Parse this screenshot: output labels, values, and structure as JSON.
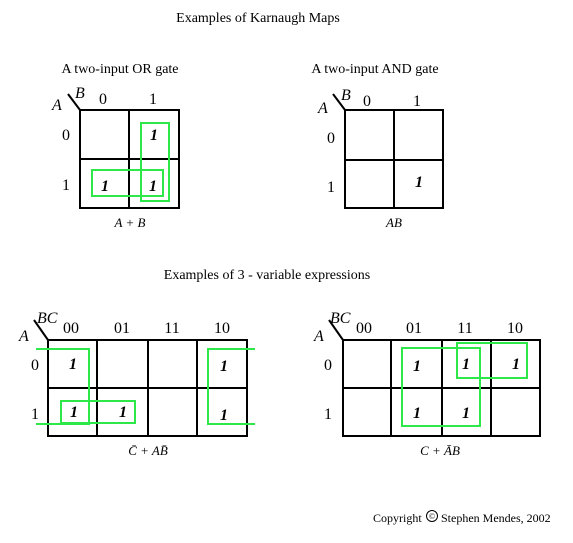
{
  "page_title": "Examples of Karnaugh Maps",
  "sub_title": "Examples of 3 - variable expressions",
  "copyright": "Copyright",
  "copyright_symbol": "©",
  "author": "Stephen Mendes, 2002",
  "group_color": "#2ee84a",
  "map_or": {
    "title": "A two-input OR gate",
    "row_var": "A",
    "col_var": "B",
    "col_headers": [
      "0",
      "1"
    ],
    "row_headers": [
      "0",
      "1"
    ],
    "cells": [
      [
        "",
        "1"
      ],
      [
        "1",
        "1"
      ]
    ],
    "expression": "A + B"
  },
  "map_and": {
    "title": "A two-input AND gate",
    "row_var": "A",
    "col_var": "B",
    "col_headers": [
      "0",
      "1"
    ],
    "row_headers": [
      "0",
      "1"
    ],
    "cells": [
      [
        "",
        ""
      ],
      [
        "",
        "1"
      ]
    ],
    "expression": "AB"
  },
  "map_3a": {
    "row_var": "A",
    "col_var": "BC",
    "col_headers": [
      "00",
      "01",
      "11",
      "10"
    ],
    "row_headers": [
      "0",
      "1"
    ],
    "cells": [
      [
        "1",
        "",
        "",
        "1"
      ],
      [
        "1",
        "1",
        "",
        "1"
      ]
    ],
    "expression": "C̄ + AB̄"
  },
  "map_3b": {
    "row_var": "A",
    "col_var": "BC",
    "col_headers": [
      "00",
      "01",
      "11",
      "10"
    ],
    "row_headers": [
      "0",
      "1"
    ],
    "cells": [
      [
        "",
        "1",
        "1",
        "1"
      ],
      [
        "",
        "1",
        "1",
        ""
      ]
    ],
    "expression": "C + ĀB"
  }
}
